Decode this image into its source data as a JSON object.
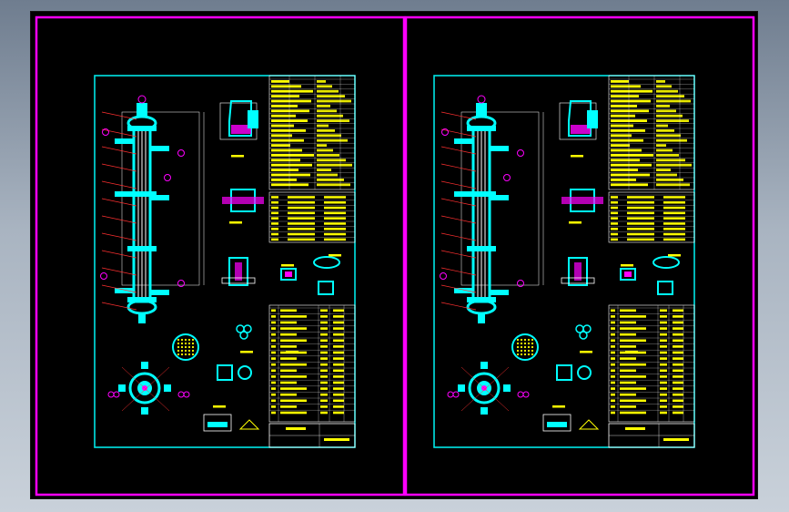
{
  "app": {
    "background": "#000000",
    "layout_frame_color": "#ff00ff",
    "sheet_border_color": "#00e6e6",
    "text_color": "#ffff00",
    "accent_magenta": "#ff00ff",
    "dimension_red": "#ff3030",
    "line_white": "#ffffff"
  },
  "sheets": [
    {
      "id": "left",
      "drawing": "heat-exchanger-vertical",
      "title_block_rows": 22,
      "parts_list_rows": 18
    },
    {
      "id": "right",
      "drawing": "heat-exchanger-vertical",
      "title_block_rows": 22,
      "parts_list_rows": 18
    }
  ]
}
